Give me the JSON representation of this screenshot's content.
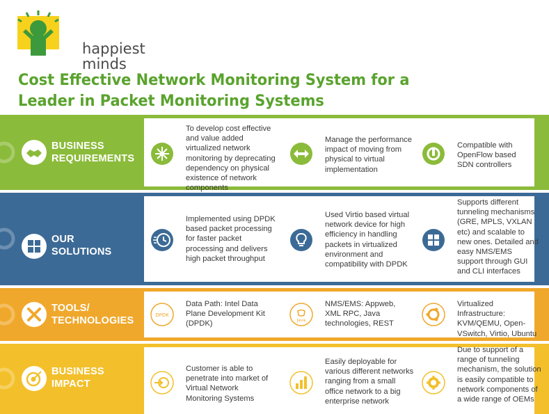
{
  "brand": {
    "line1": "happiest",
    "line2": "minds"
  },
  "colors": {
    "title": "#5aa32e",
    "business_requirements": "#8bbb3a",
    "our_solutions": "#3c6a96",
    "tools_technologies": "#f0a82c",
    "business_impact": "#f3c02b"
  },
  "title": {
    "line1": "Cost Effective Network Monitoring System for a",
    "line2": "Leader in Packet Monitoring Systems"
  },
  "sections": [
    {
      "label_line1": "BUSINESS",
      "label_line2": "REQUIREMENTS",
      "icon": "handshake-icon",
      "items": [
        {
          "icon": "network-hub-icon",
          "text": "To develop cost effective and value added virtualized network monitoring by deprecating dependency on physical existence of network components"
        },
        {
          "icon": "bidirectional-arrows-icon",
          "text": "Manage the performance impact of moving from physical to virtual implementation"
        },
        {
          "icon": "openflow-icon",
          "text": "Compatible with OpenFlow based SDN controllers"
        }
      ]
    },
    {
      "label_line1": "OUR",
      "label_line2": "SOLUTIONS",
      "icon": "puzzle-icon",
      "items": [
        {
          "icon": "speed-clock-icon",
          "text": "Implemented using DPDK based packet processing for faster packet processing and delivers high packet throughput"
        },
        {
          "icon": "lightbulb-icon",
          "text": "Used Virtio based virtual network device for high efficiency in handling packets in virtualized environment and compatibility with DPDK"
        },
        {
          "icon": "tunneling-puzzle-icon",
          "text": "Supports different tunneling mechanisms (GRE, MPLS, VXLAN etc) and scalable to new ones. Detailed and easy NMS/EMS support through GUI and CLI interfaces"
        }
      ]
    },
    {
      "label_line1": "TOOLS/",
      "label_line2": "TECHNOLOGIES",
      "icon": "tools-icon",
      "items": [
        {
          "icon": "dpdk-icon",
          "icon_text": "DPDK",
          "text": "Data Path: Intel Data Plane Development Kit (DPDK)"
        },
        {
          "icon": "java-icon",
          "icon_text": "Java",
          "text": "NMS/EMS: Appweb, XML RPC, Java technologies, REST"
        },
        {
          "icon": "ubuntu-icon",
          "text": "Virtualized Infrastructure: KVM/QEMU, Open-VSwitch, Virtio, Ubuntu"
        }
      ]
    },
    {
      "label_line1": "BUSINESS",
      "label_line2": "IMPACT",
      "icon": "target-icon",
      "items": [
        {
          "icon": "market-entry-icon",
          "text": "Customer is able to penetrate into market of Virtual Network Monitoring Systems"
        },
        {
          "icon": "bar-chart-icon",
          "text": "Easily deployable for various different networks ranging from a small office network to a big enterprise network"
        },
        {
          "icon": "gear-icon",
          "text": "Due to support of a range of tunneling mechanism, the solution is easily compatible to network components of a wide range of OEMs"
        }
      ]
    }
  ]
}
